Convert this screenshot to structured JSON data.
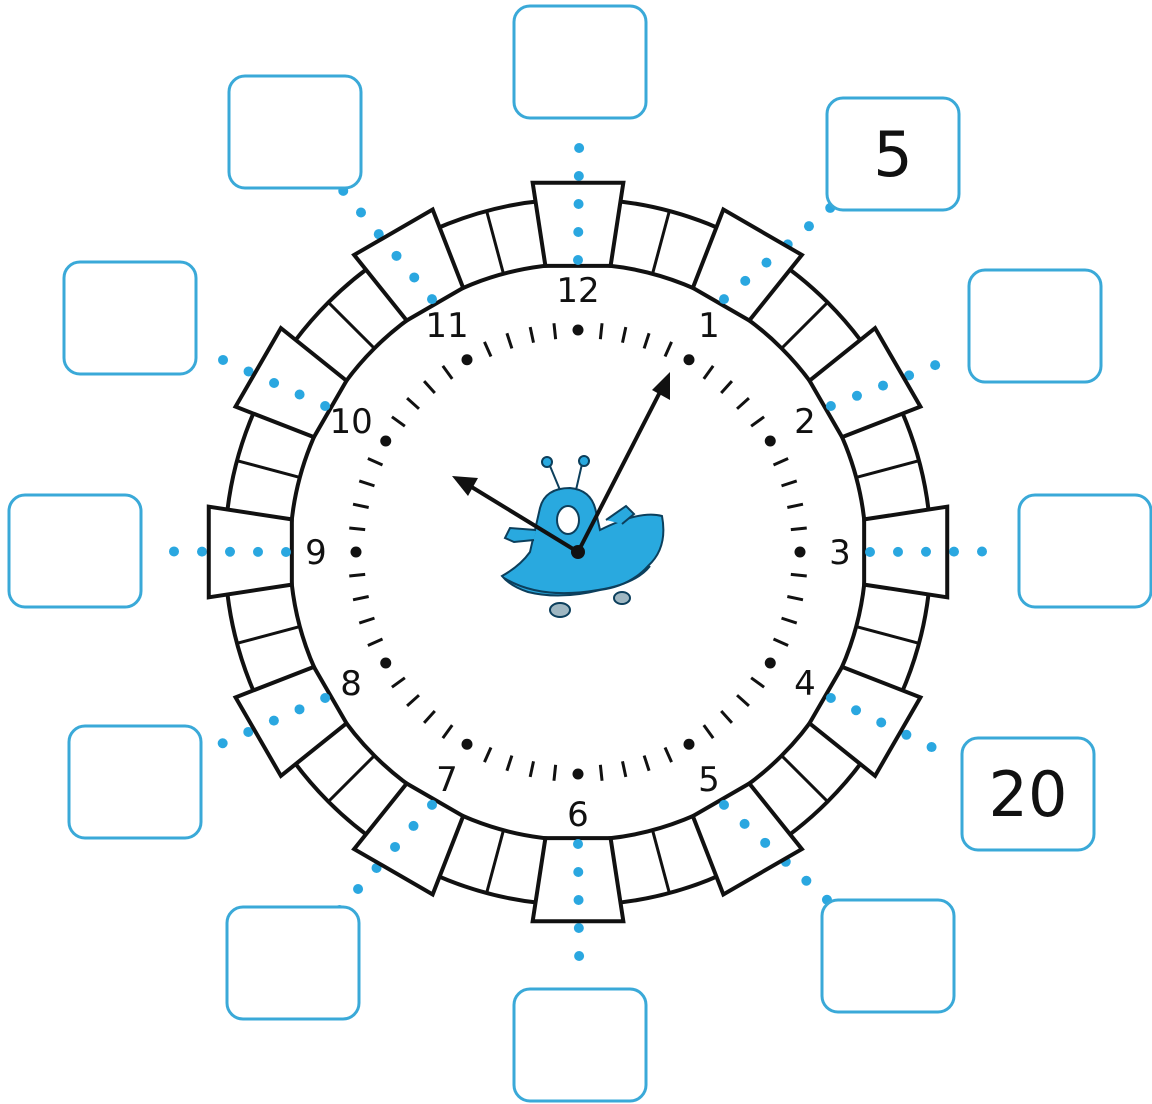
{
  "clock": {
    "numerals": [
      "12",
      "1",
      "2",
      "3",
      "4",
      "5",
      "6",
      "7",
      "8",
      "9",
      "10",
      "11"
    ],
    "time": {
      "hour_hand_points_to": "10",
      "minute_hand_points_to": "1"
    }
  },
  "answer_boxes": [
    {
      "position": "12",
      "value": ""
    },
    {
      "position": "1",
      "value": "5"
    },
    {
      "position": "2",
      "value": ""
    },
    {
      "position": "3",
      "value": ""
    },
    {
      "position": "4",
      "value": "20"
    },
    {
      "position": "5",
      "value": ""
    },
    {
      "position": "6",
      "value": ""
    },
    {
      "position": "7",
      "value": ""
    },
    {
      "position": "8",
      "value": ""
    },
    {
      "position": "9",
      "value": ""
    },
    {
      "position": "10",
      "value": ""
    },
    {
      "position": "11",
      "value": ""
    }
  ],
  "colors": {
    "box_border": "#3aa9d8",
    "dots": "#2aa7e0",
    "mascot": "#29a9df",
    "lines": "#111111"
  },
  "icons": {
    "mascot": "blue-alien-mascot-icon"
  }
}
